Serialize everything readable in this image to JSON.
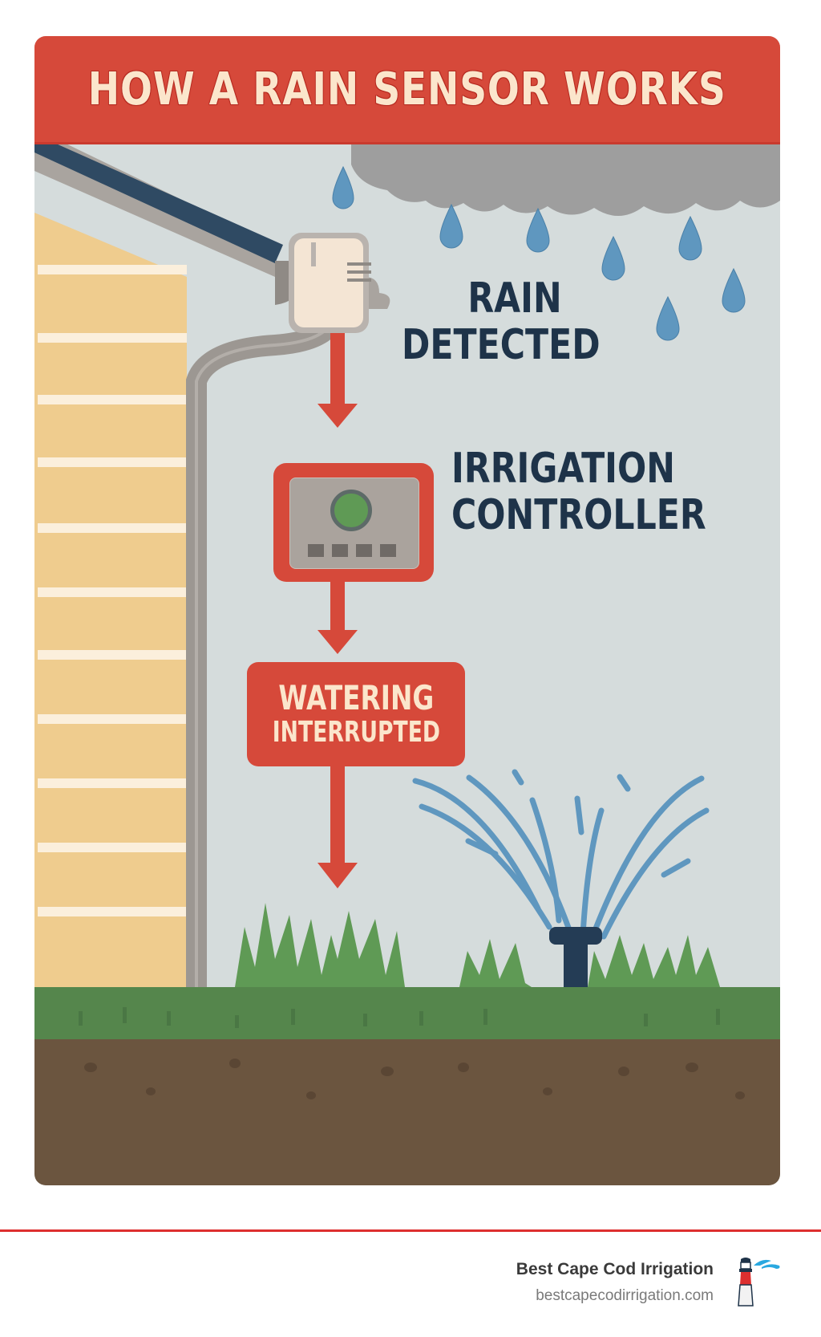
{
  "header": {
    "title": "HOW A RAIN SENSOR WORKS"
  },
  "diagram": {
    "steps": [
      {
        "id": "rain-sensor",
        "label_line1": "RAIN",
        "label_line2": "DETECTED"
      },
      {
        "id": "controller",
        "label_line1": "IRRIGATION",
        "label_line2": "CONTROLLER"
      },
      {
        "id": "interrupt",
        "label_line1": "WATERING",
        "label_line2": "INTERRUPTED"
      }
    ],
    "colors": {
      "accent_red": "#d6493a",
      "text_dark": "#1e3349",
      "text_cream": "#fbe6cc",
      "sky": "#d5dcdc",
      "siding": "#efcc8e",
      "grass": "#5f9a55",
      "soil": "#6b553f",
      "water": "#5f97bf"
    }
  },
  "footer": {
    "brand_name": "Best Cape Cod Irrigation",
    "brand_url": "bestcapecodirrigation.com",
    "logo_icon": "lighthouse-icon",
    "divider_color": "#dd2f2f"
  }
}
